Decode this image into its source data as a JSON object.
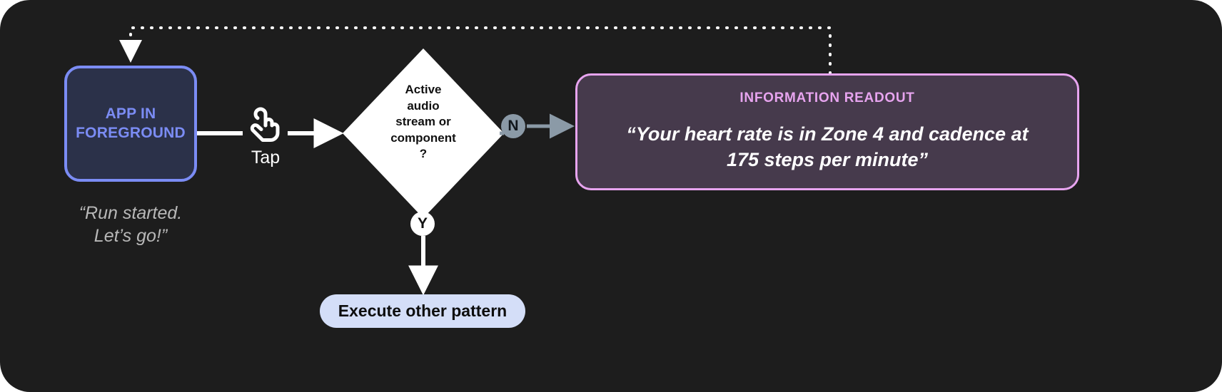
{
  "canvas": {
    "background": "#1d1d1d",
    "accent_blue": "#7b8cf4",
    "accent_purple": "#e7a4ef",
    "accent_pill": "#d4def8",
    "badge_grey": "#8b9aa7"
  },
  "app_node": {
    "label": "APP IN\nFOREGROUND",
    "caption": "“Run started.\nLet’s go!”"
  },
  "gesture": {
    "label": "Tap",
    "icon": "tap-hand-icon"
  },
  "decision": {
    "text": "Active\naudio\nstream or\ncomponent\n?",
    "branch_no": "N",
    "branch_yes": "Y"
  },
  "readout": {
    "title": "INFORMATION READOUT",
    "body": "“Your heart rate is in Zone 4 and cadence at\n175 steps per minute”"
  },
  "pill": {
    "label": "Execute other pattern"
  }
}
